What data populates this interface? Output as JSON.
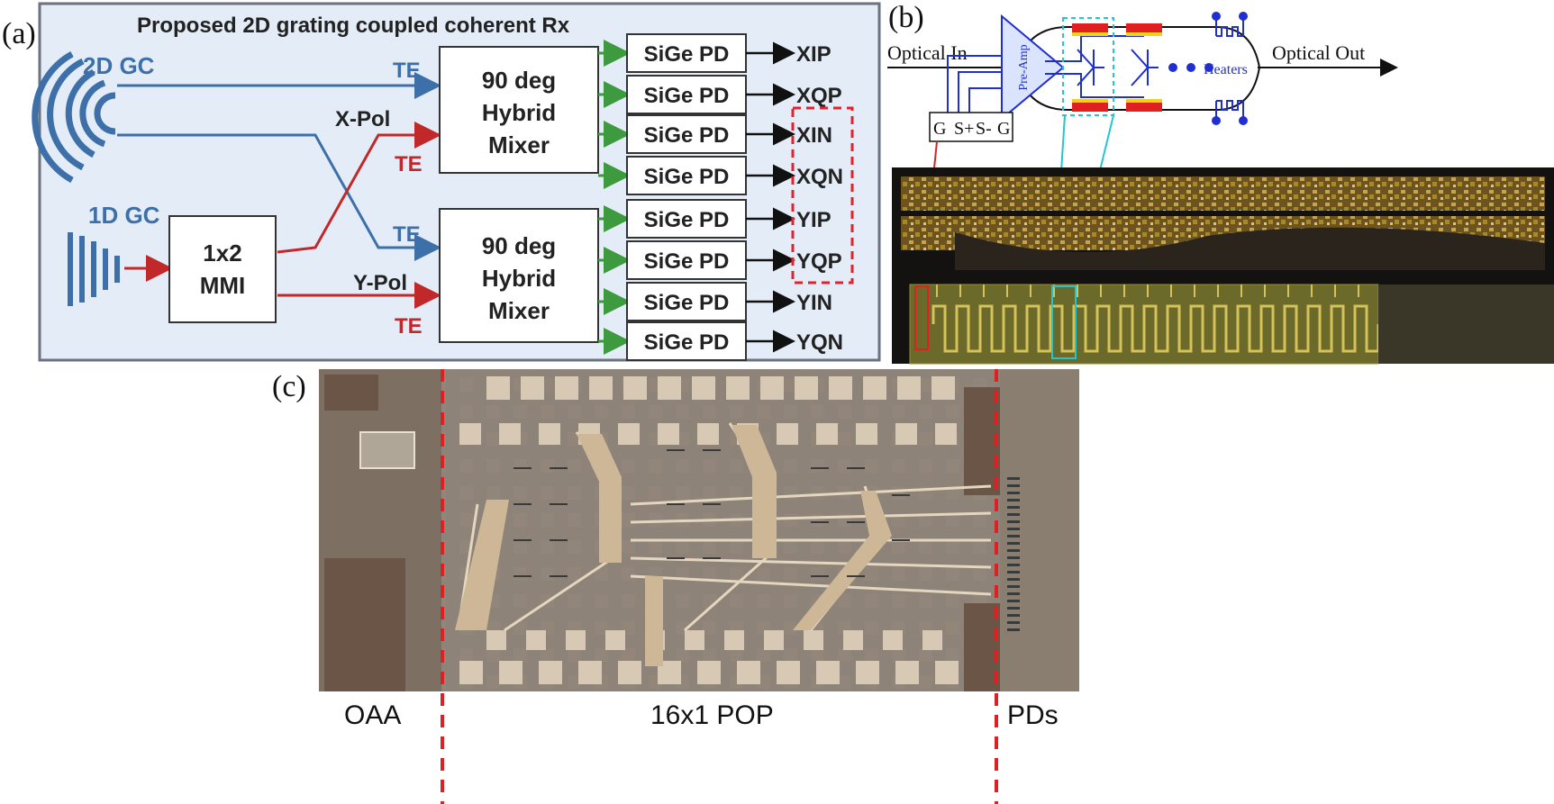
{
  "panel_a": {
    "label": "(a)",
    "title": "Proposed  2D grating coupled coherent Rx",
    "gc2d_label": "2D GC",
    "gc1d_label": "1D GC",
    "mmi_label_1": "1x2",
    "mmi_label_2": "MMI",
    "hybrid1": [
      "90 deg",
      "Hybrid",
      "Mixer"
    ],
    "hybrid2": [
      "90 deg",
      "Hybrid",
      "Mixer"
    ],
    "te_labels": [
      "TE",
      "TE",
      "TE",
      "TE"
    ],
    "xpol_label": "X-Pol",
    "ypol_label": "Y-Pol",
    "pd_label": "SiGe PD",
    "outputs": [
      "XIP",
      "XQP",
      "XIN",
      "XQN",
      "YIP",
      "YQP",
      "YIN",
      "YQN"
    ]
  },
  "panel_b": {
    "label": "(b)",
    "optical_in": "Optical In",
    "optical_out": "Optical Out",
    "preamp": "Pre-Amp",
    "heaters": "Heaters",
    "pads": [
      "G",
      "S+",
      "S-",
      "G"
    ]
  },
  "panel_c": {
    "label": "(c)",
    "region_labels": [
      "OAA",
      "16x1 POP",
      "PDs"
    ]
  },
  "colors": {
    "blue": "#3d6fa8",
    "red": "#c0282a",
    "green": "#3e9a3e",
    "panel_bg": "#e3ecf7"
  }
}
